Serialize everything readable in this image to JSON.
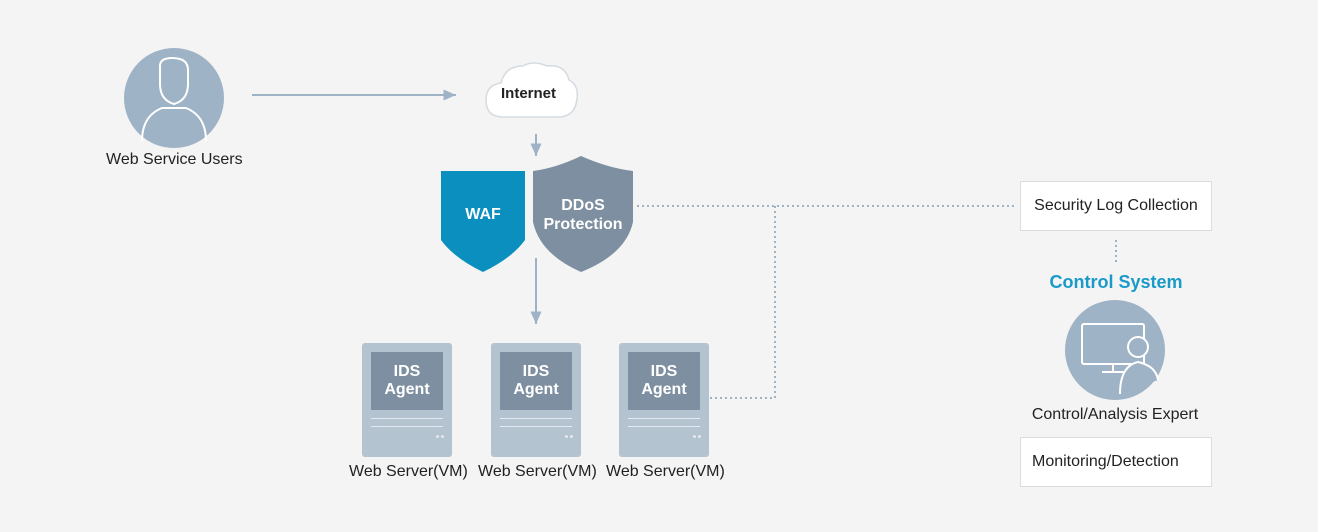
{
  "users": {
    "label": "Web Service Users"
  },
  "internet": {
    "label": "Internet"
  },
  "waf": {
    "label": "WAF"
  },
  "ddos": {
    "line1": "DDoS",
    "line2": "Protection"
  },
  "servers": [
    {
      "agent_line1": "IDS",
      "agent_line2": "Agent",
      "label": "Web Server(VM)"
    },
    {
      "agent_line1": "IDS",
      "agent_line2": "Agent",
      "label": "Web Server(VM)"
    },
    {
      "agent_line1": "IDS",
      "agent_line2": "Agent",
      "label": "Web Server(VM)"
    }
  ],
  "security_log": {
    "label": "Security Log Collection"
  },
  "control_system": {
    "title": "Control System"
  },
  "expert": {
    "label": "Control/Analysis Expert"
  },
  "monitoring": {
    "label": "Monitoring/Detection"
  },
  "colors": {
    "background": "#f4f4f4",
    "avatar": "#9fb3c6",
    "waf": "#0b8fbe",
    "ddos": "#7d8fa0",
    "server": "#b3c3cf",
    "accent": "#1a9ac9",
    "connector": "#9fb3c6"
  }
}
